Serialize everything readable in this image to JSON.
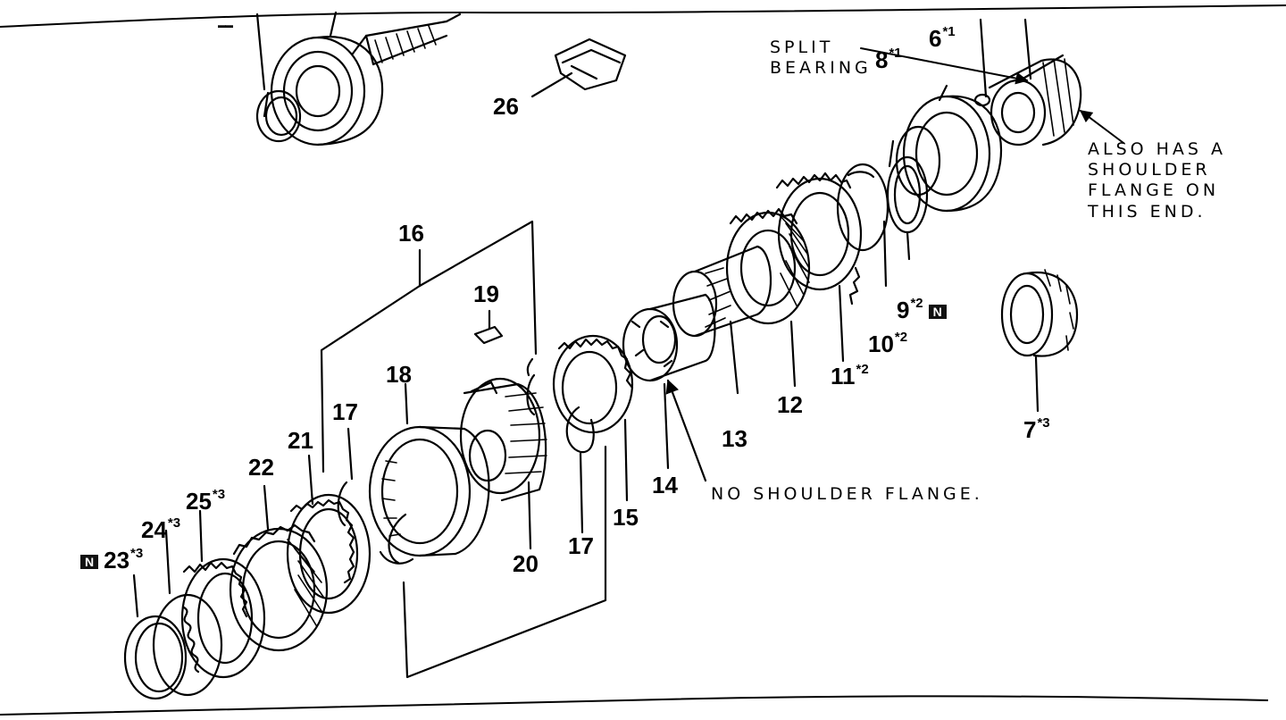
{
  "labels": [
    {
      "id": "6",
      "num": "6",
      "sup": "*1"
    },
    {
      "id": "7",
      "num": "7",
      "sup": "*3"
    },
    {
      "id": "8",
      "num": "8",
      "sup": "*1"
    },
    {
      "id": "9",
      "num": "9",
      "sup": "*2",
      "badge": "N"
    },
    {
      "id": "10",
      "num": "10",
      "sup": "*2"
    },
    {
      "id": "11",
      "num": "11",
      "sup": "*2"
    },
    {
      "id": "12",
      "num": "12",
      "sup": ""
    },
    {
      "id": "13",
      "num": "13",
      "sup": ""
    },
    {
      "id": "14",
      "num": "14",
      "sup": ""
    },
    {
      "id": "15",
      "num": "15",
      "sup": ""
    },
    {
      "id": "16",
      "num": "16",
      "sup": ""
    },
    {
      "id": "17a",
      "num": "17",
      "sup": ""
    },
    {
      "id": "17b",
      "num": "17",
      "sup": ""
    },
    {
      "id": "18",
      "num": "18",
      "sup": ""
    },
    {
      "id": "19",
      "num": "19",
      "sup": ""
    },
    {
      "id": "20",
      "num": "20",
      "sup": ""
    },
    {
      "id": "21",
      "num": "21",
      "sup": ""
    },
    {
      "id": "22",
      "num": "22",
      "sup": ""
    },
    {
      "id": "23",
      "num": "23",
      "sup": "*3",
      "badge": "N"
    },
    {
      "id": "24",
      "num": "24",
      "sup": "*3"
    },
    {
      "id": "25",
      "num": "25",
      "sup": "*3"
    },
    {
      "id": "26",
      "num": "26",
      "sup": ""
    }
  ],
  "notes": {
    "split_bearing": [
      "SPLIT",
      "BEARING"
    ],
    "also_flange": [
      "ALSO HAS A",
      "SHOULDER",
      "FLANGE ON",
      "THIS END."
    ],
    "no_flange": "NO SHOULDER FLANGE."
  },
  "top_left_mark": "▬▬"
}
